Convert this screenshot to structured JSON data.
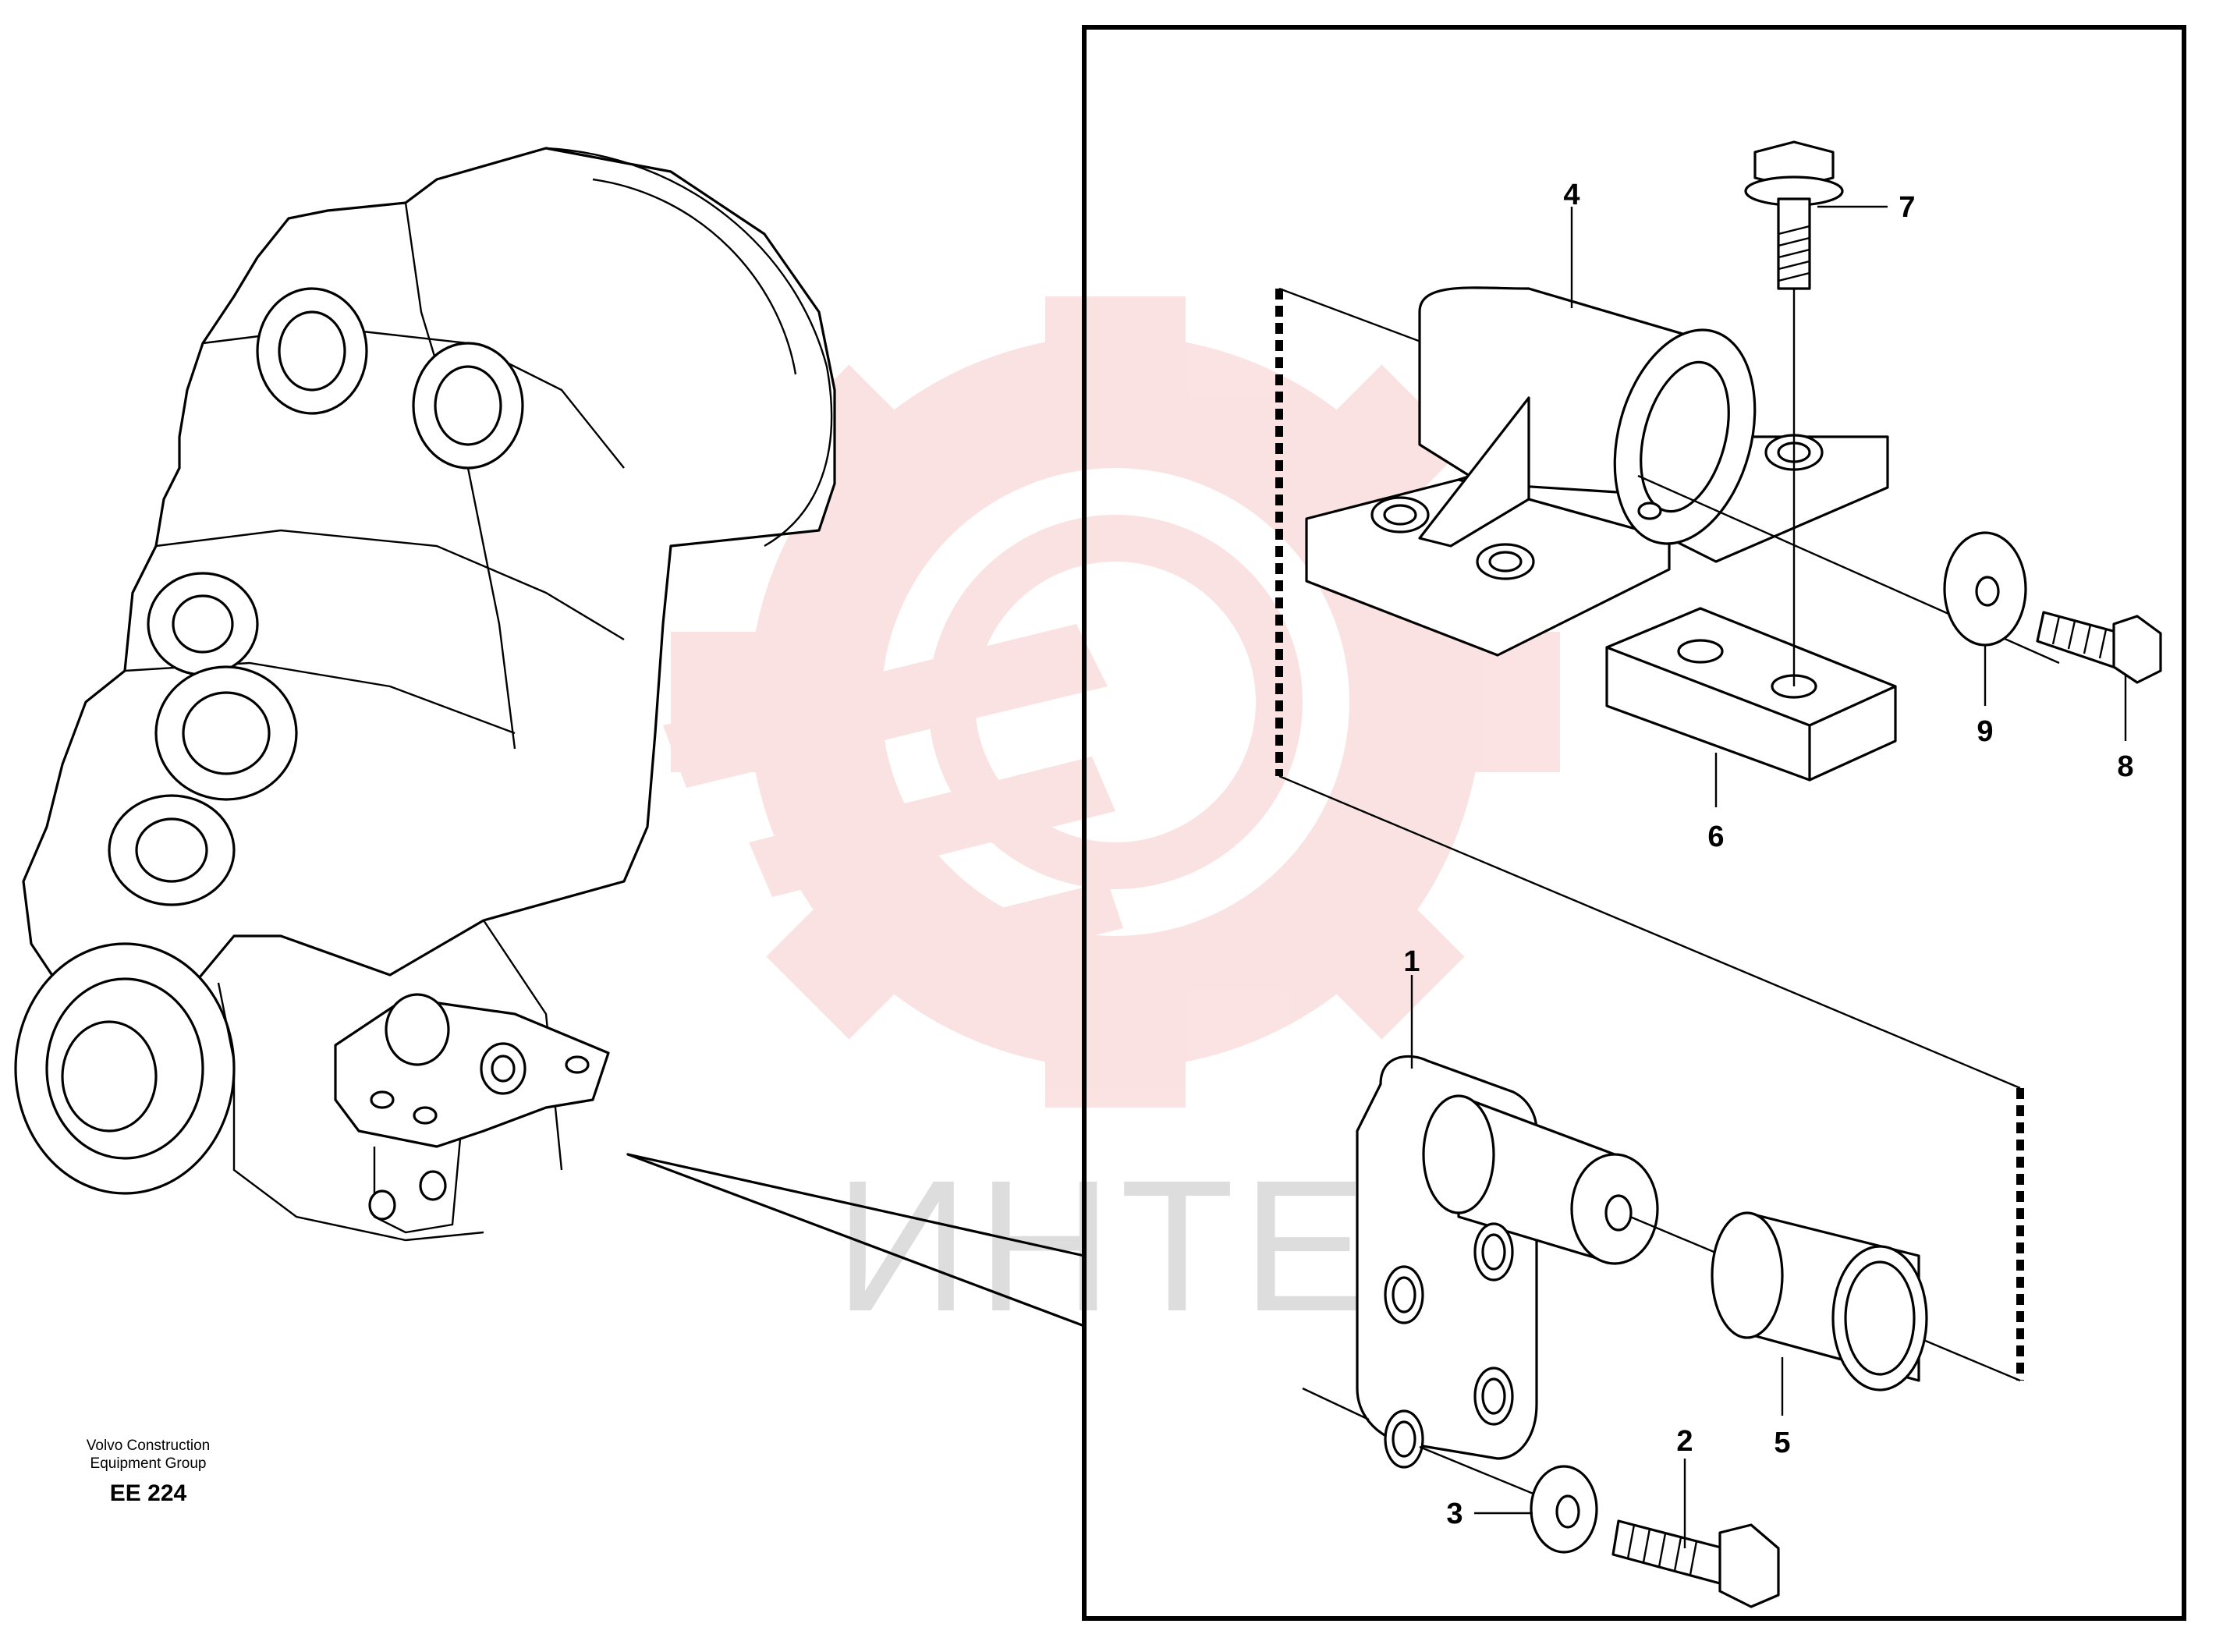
{
  "caption": {
    "maker": "Volvo Construction\nEquipment Group",
    "code": "EE 224"
  },
  "watermark": {
    "text": "ИНТЕХ",
    "color": "#f08080"
  },
  "callouts": [
    {
      "id": "1",
      "label": "1"
    },
    {
      "id": "2",
      "label": "2"
    },
    {
      "id": "3",
      "label": "3"
    },
    {
      "id": "4",
      "label": "4"
    },
    {
      "id": "5",
      "label": "5"
    },
    {
      "id": "6",
      "label": "6"
    },
    {
      "id": "7",
      "label": "7"
    },
    {
      "id": "8",
      "label": "8"
    },
    {
      "id": "9",
      "label": "9"
    }
  ]
}
